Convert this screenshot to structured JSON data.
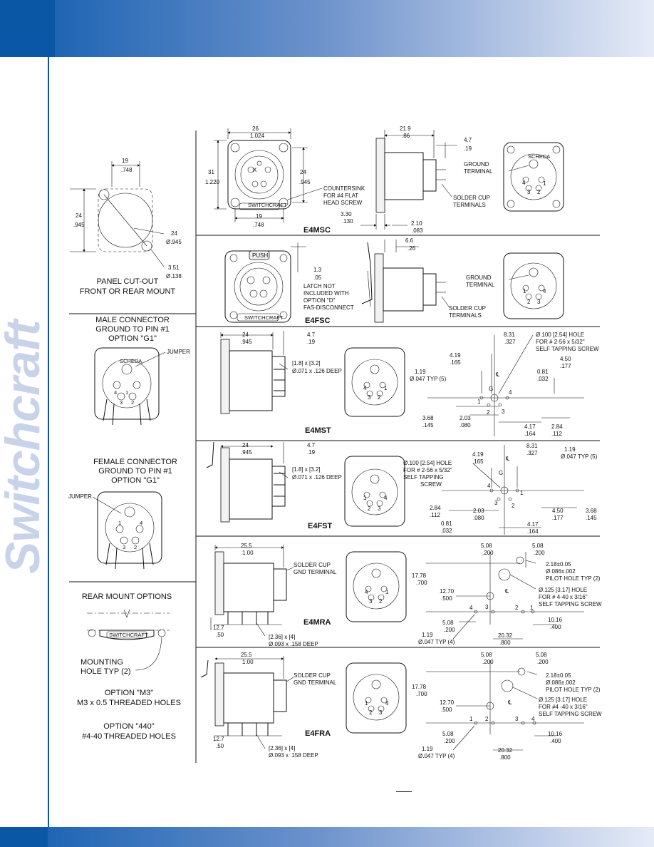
{
  "brand": "Switchcraft",
  "left_panel": {
    "cutout_dims": {
      "w_mm": "19",
      "w_in": ".748",
      "h_mm": "24",
      "h_in": ".945",
      "dia_mm": "24",
      "dia_in": "Ø.945",
      "hole_mm": "3.51",
      "hole_in": "Ø.138"
    },
    "cutout_caption": [
      "PANEL CUT-OUT",
      "FRONT OR REAR MOUNT"
    ],
    "male_caption": [
      "MALE CONNECTOR",
      "GROUND TO PIN #1",
      "OPTION \"G1\""
    ],
    "male_jumper": "JUMPER",
    "female_caption": [
      "FEMALE CONNECTOR",
      "GROUND TO PIN #1",
      "OPTION \"G1\""
    ],
    "female_jumper": "JUMPER",
    "rear_title": "REAR MOUNT OPTIONS",
    "rear_logo": "SWITCHCRAFT",
    "mounting_label": [
      "MOUNTING",
      "HOLE TYP (2)"
    ],
    "opt_m3": [
      "OPTION \"M3\"",
      "M3 x 0.5 THREADED HOLES"
    ],
    "opt_440": [
      "OPTION \"440\"",
      "#4-40 THREADED HOLES"
    ]
  },
  "e4msc": {
    "name": "E4MSC",
    "d26": [
      "26",
      "1.024"
    ],
    "d31": [
      "31",
      "1.220"
    ],
    "d24": [
      "24",
      ".945"
    ],
    "d19": [
      "19",
      ".748"
    ],
    "countersink": [
      "COUNTERSINK",
      "FOR #4 FLAT",
      "HEAD SCREW"
    ],
    "d219": [
      "21.9",
      ".86"
    ],
    "d47": [
      "4.7",
      ".19"
    ],
    "d330": [
      "3.30",
      ".130"
    ],
    "d210": [
      "2.10",
      ".083"
    ],
    "ground": [
      "GROUND",
      "TERMINAL"
    ],
    "solder": [
      "SOLDER CUP",
      "TERMINALS"
    ],
    "logo": "SWITCHCRAFT",
    "x": "X",
    "brand_small": "SCHEDA"
  },
  "e4fsc": {
    "name": "E4FSC",
    "push": "PUSH",
    "logo": "SWITCHCRAFT",
    "d13": [
      "1.3",
      ".05"
    ],
    "d66": [
      "6.6",
      ".26"
    ],
    "latch": [
      "LATCH NOT",
      "INCLUDED WITH",
      "OPTION \"D\"",
      "FAS-DISCONNECT"
    ],
    "ground": [
      "GROUND",
      "TERMINAL"
    ],
    "solder": [
      "SOLDER CUP",
      "TERMINALS"
    ]
  },
  "e4mst": {
    "name": "E4MST",
    "d24": [
      "24",
      ".945"
    ],
    "d47": [
      "4.7",
      ".19"
    ],
    "deep": [
      "[1.8] x [3.2]",
      "Ø.071 x .126 DEEP"
    ],
    "d831": [
      "8.31",
      ".327"
    ],
    "hole": [
      "Ø.100 [2.54] HOLE",
      "FOR # 2-56 x 5/32\"",
      "SELF TAPPING SCREW"
    ],
    "d419": [
      "4.19",
      ".165"
    ],
    "d450": [
      "4.50",
      ".177"
    ],
    "d119": [
      "1.19",
      "Ø.047 TYP (5)"
    ],
    "d081": [
      "0.81",
      ".032"
    ],
    "d368": [
      "3.68",
      ".145"
    ],
    "d203": [
      "2.03",
      ".080"
    ],
    "d417": [
      "4.17",
      ".164"
    ],
    "d284": [
      "2.84",
      ".112"
    ]
  },
  "e4fst": {
    "name": "E4FST",
    "d24": [
      "24",
      ".945"
    ],
    "d47": [
      "4.7",
      ".19"
    ],
    "deep": [
      "[1.8] x [3.2]",
      "Ø.071 x .126 DEEP"
    ],
    "hole": [
      "Ø.100 [2.54] HOLE",
      "FOR # 2-56 x 5/32\"",
      "SELF TAPPING",
      "SCREW"
    ],
    "d419": [
      "4.19",
      ".165"
    ],
    "d831": [
      "8.31",
      ".327"
    ],
    "d119": [
      "1.19",
      "Ø.047 TYP (5)"
    ],
    "d284": [
      "2.84",
      ".112"
    ],
    "d203": [
      "2.03",
      ".080"
    ],
    "d081": [
      "0.81",
      ".032"
    ],
    "d450": [
      "4.50",
      ".177"
    ],
    "d368": [
      "3.68",
      ".145"
    ],
    "d417": [
      "4.17",
      ".164"
    ]
  },
  "e4mra": {
    "name": "E4MRA",
    "d255": [
      "25.5",
      "1.00"
    ],
    "solder": [
      "SOLDER CUP",
      "GND TERMINAL"
    ],
    "d127": [
      "12.7",
      ".50"
    ],
    "deep": [
      "[2.36] x [4]",
      "Ø.093 x .158 DEEP"
    ],
    "d508a": [
      "5.08",
      ".200"
    ],
    "d508b": [
      "5.08",
      ".200"
    ],
    "pilot": [
      "2.18±0.05",
      "Ø.086±.002",
      "PILOT HOLE TYP (2)"
    ],
    "d1778": [
      "17.78",
      ".700"
    ],
    "d1270": [
      "12.70",
      ".500"
    ],
    "hole": [
      "Ø.125 [3.17] HOLE",
      "FOR # 4-40 x 3/16\"",
      "SELF TAPPING SCREW"
    ],
    "d508c": [
      "5.08",
      ".200"
    ],
    "d1016": [
      "10.16",
      ".400"
    ],
    "d2032": [
      "20.32",
      ".800"
    ],
    "d119": [
      "1.19",
      "Ø.047 TYP (4)"
    ]
  },
  "e4fra": {
    "name": "E4FRA",
    "d255": [
      "25.5",
      "1.00"
    ],
    "solder": [
      "SOLDER CUP",
      "GND TERMINAL"
    ],
    "d127": [
      "12.7",
      ".50"
    ],
    "deep": [
      "[2.36] x [4]",
      "Ø.093 x .158 DEEP"
    ],
    "d508a": [
      "5.08",
      ".200"
    ],
    "d508b": [
      "5.08",
      ".200"
    ],
    "pilot": [
      "2.18±0.05",
      "Ø.086±.002",
      "PILOT HOLE TYP (2)"
    ],
    "d1778": [
      "17.78",
      ".700"
    ],
    "d1270": [
      "12.70",
      ".500"
    ],
    "hole": [
      "Ø.125 [3.17] HOLE",
      "FOR #4 -40 x 3/16\"",
      "SELF TAPPING SCREW"
    ],
    "d508c": [
      "5.08",
      ".200"
    ],
    "d1016": [
      "10.16",
      ".400"
    ],
    "d2032": [
      "20.32",
      ".800"
    ],
    "d119": [
      "1.19",
      "Ø.047 TYP (4)"
    ]
  }
}
